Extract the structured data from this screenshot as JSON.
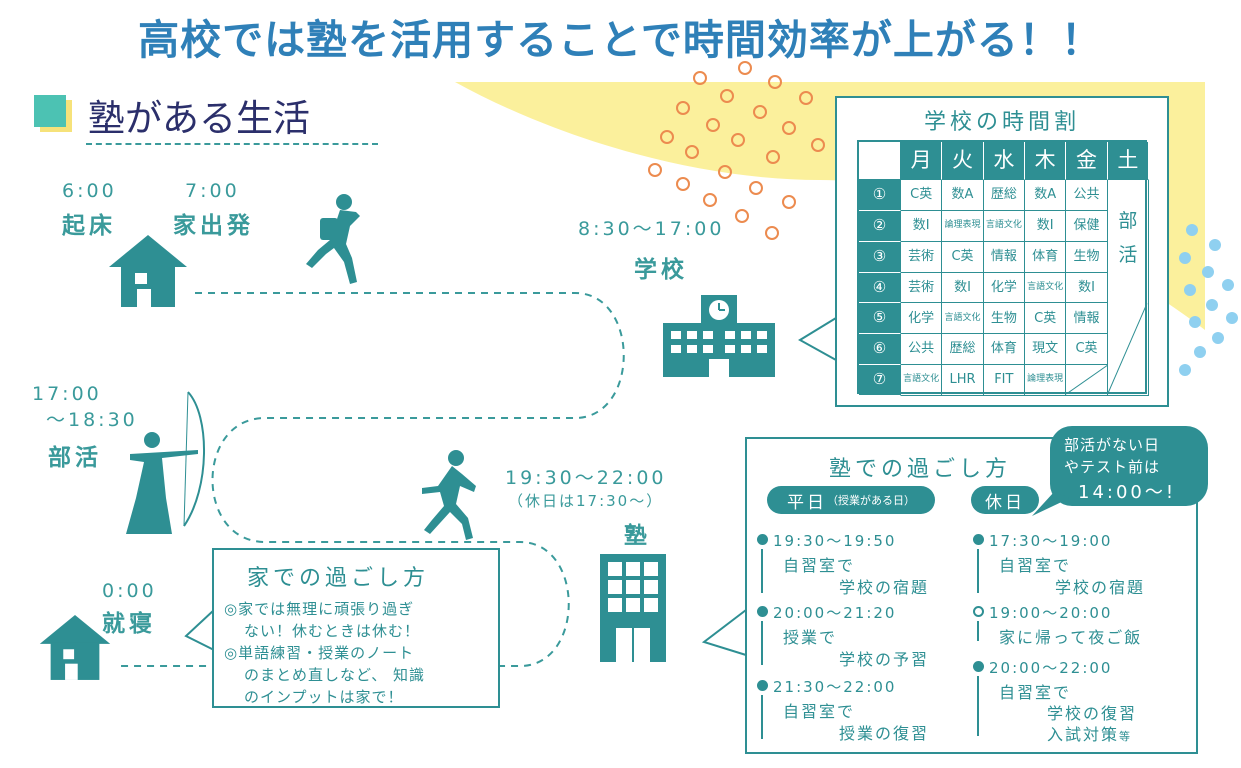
{
  "title": "高校では塾を活用することで時間効率が上がる！！",
  "section_title": "塾がある生活",
  "timeline": {
    "wake_time": "6:00",
    "wake_label": "起床",
    "leave_time": "7:00",
    "leave_label": "家出発",
    "school_time": "8:30〜17:00",
    "school_label": "学校",
    "club_time_1": "17:00",
    "club_time_2": "〜18:30",
    "club_label": "部活",
    "juku_time": "19:30〜22:00",
    "juku_holiday": "（休日は17:30〜）",
    "juku_label": "塾",
    "sleep_time": "0:00",
    "sleep_label": "就寝"
  },
  "timetable": {
    "title": "学校の時間割",
    "days": [
      "月",
      "火",
      "水",
      "木",
      "金",
      "土"
    ],
    "periods": [
      "①",
      "②",
      "③",
      "④",
      "⑤",
      "⑥",
      "⑦"
    ],
    "rows": [
      [
        "C英",
        "数A",
        "歴総",
        "数A",
        "公共"
      ],
      [
        "数Ⅰ",
        "論理表現",
        "言語文化",
        "数Ⅰ",
        "保健"
      ],
      [
        "芸術",
        "C英",
        "情報",
        "体育",
        "生物"
      ],
      [
        "芸術",
        "数Ⅰ",
        "化学",
        "言語文化",
        "数Ⅰ"
      ],
      [
        "化学",
        "言語文化",
        "生物",
        "C英",
        "情報"
      ],
      [
        "公共",
        "歴総",
        "体育",
        "現文",
        "C英"
      ],
      [
        "言語文化",
        "LHR",
        "FIT",
        "論理表現",
        ""
      ]
    ],
    "saturday_1": "部",
    "saturday_2": "活"
  },
  "home_box": {
    "title": "家での過ごし方",
    "line1": "◎家では無理に頑張り過ぎ",
    "line2": "ない！休むときは休む！",
    "line3": "◎単語練習・授業のノート",
    "line4": "のまとめ直しなど、 知識",
    "line5": "のインプットは家で！"
  },
  "juku_box": {
    "title": "塾での過ごし方",
    "weekday_label": "平日",
    "weekday_note": "（授業がある日）",
    "holiday_label": "休日",
    "weekday": [
      {
        "time": "19:30〜19:50",
        "line1": "自習室で",
        "line2": "学校の宿題"
      },
      {
        "time": "20:00〜21:20",
        "line1": "授業で",
        "line2": "学校の予習"
      },
      {
        "time": "21:30〜22:00",
        "line1": "自習室で",
        "line2": "授業の復習"
      }
    ],
    "holiday": [
      {
        "time": "17:30〜19:00",
        "line1": "自習室で",
        "line2": "学校の宿題"
      },
      {
        "time": "19:00〜20:00",
        "line1": "家に帰って夜ご飯"
      },
      {
        "time": "20:00〜22:00",
        "line1": "自習室で",
        "line2": "学校の復習",
        "line3": "入試対策",
        "line3_suffix": "等"
      }
    ]
  },
  "bubble": {
    "line1": "部活がない日",
    "line2": "やテスト前は",
    "line3": "14:00〜!"
  }
}
